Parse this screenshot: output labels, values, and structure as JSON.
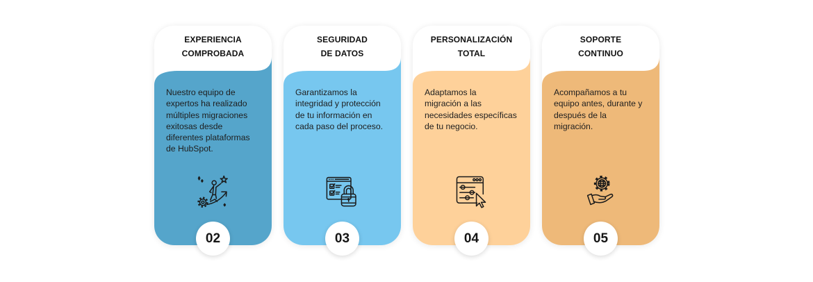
{
  "cards": [
    {
      "title_lines": [
        "EXPERIENCIA",
        "COMPROBADA"
      ],
      "body_lines": [
        "Nuestro equipo de",
        "expertos ha realizado",
        "múltiples migraciones",
        "exitosas desde",
        "diferentes plataformas",
        "de HubSpot."
      ],
      "icon": "achievement-growth-icon",
      "number": "02",
      "color": "#55A5CB"
    },
    {
      "title_lines": [
        "SEGURIDAD",
        "DE DATOS"
      ],
      "body_lines": [
        "Garantizamos la",
        "integridad y protección",
        "de tu información en",
        "cada paso del proceso."
      ],
      "icon": "secure-checklist-lock-icon",
      "number": "03",
      "color": "#77C7EF"
    },
    {
      "title_lines": [
        "PERSONALIZACIÓN",
        "TOTAL"
      ],
      "body_lines": [
        "Adaptamos la",
        "migración a las",
        "necesidades específicas",
        "de tu negocio."
      ],
      "icon": "settings-sliders-cursor-icon",
      "number": "04",
      "color": "#FED19A"
    },
    {
      "title_lines": [
        "SOPORTE",
        "CONTINUO"
      ],
      "body_lines": [
        "Acompañamos a tu",
        "equipo antes, durante y",
        "después de la",
        "migración."
      ],
      "icon": "hand-gear-globe-icon",
      "number": "05",
      "color": "#EEB979"
    }
  ]
}
